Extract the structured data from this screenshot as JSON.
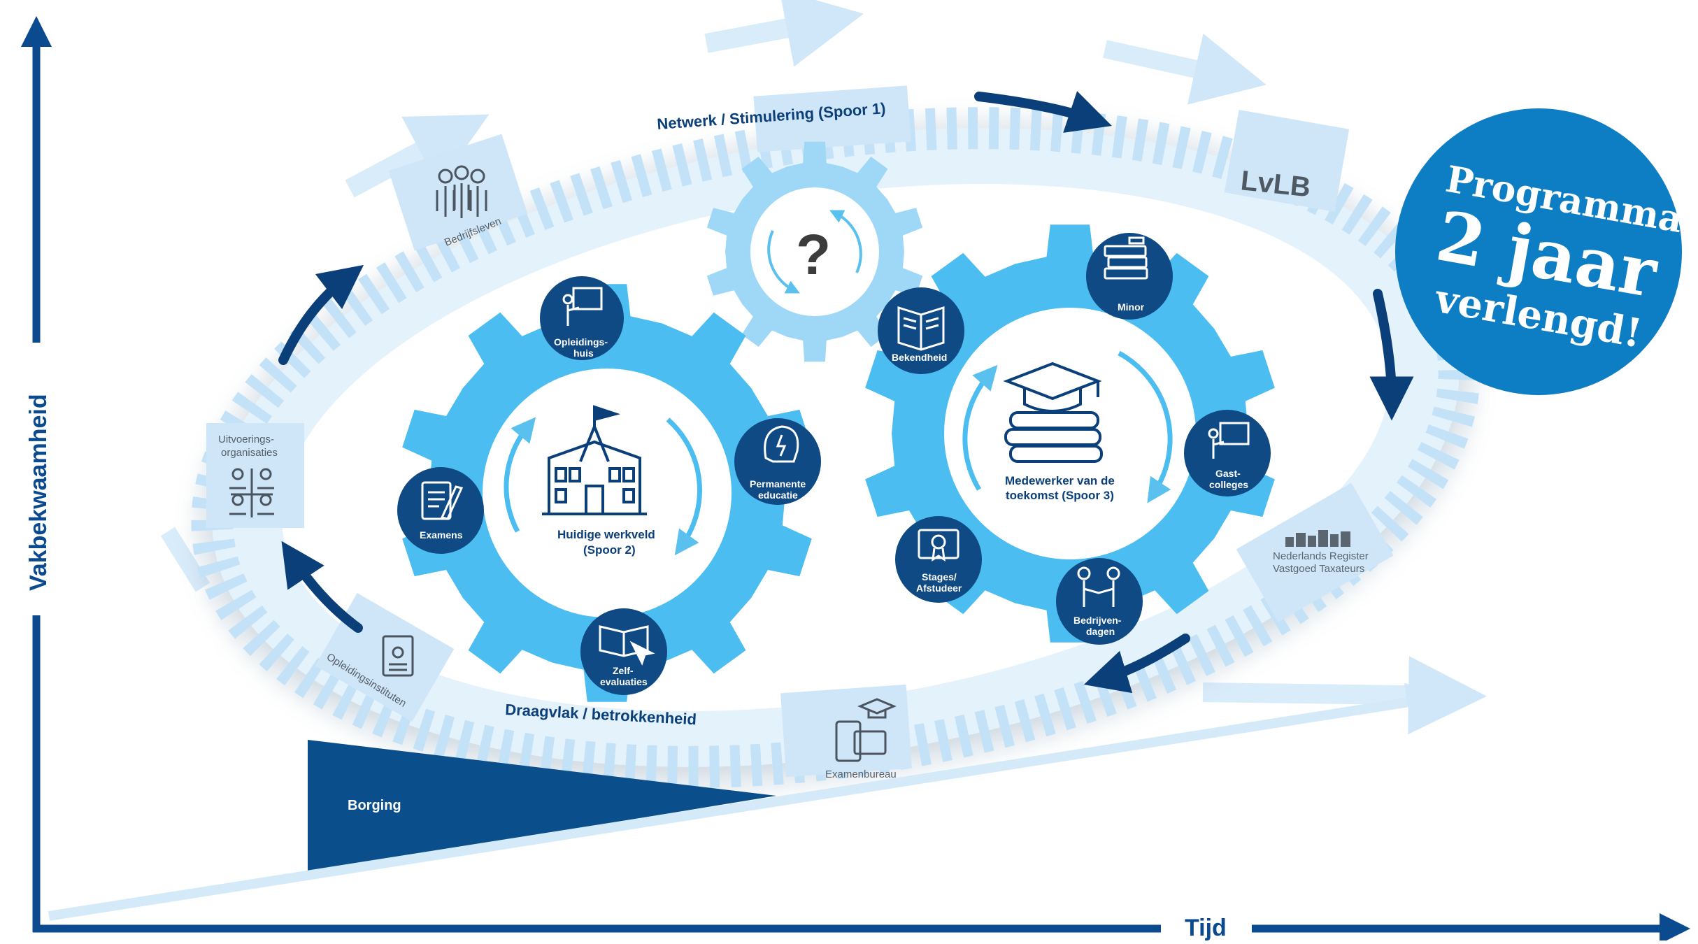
{
  "axes": {
    "y_label": "Vakbekwaamheid",
    "x_label": "Tijd"
  },
  "ring": {
    "top_label": "Netwerk / Stimulering (Spoor 1)",
    "bottom_label": "Draagvlak / betrokkenheid",
    "segments": {
      "bedrijfsleven": "Bedrijfsleven",
      "lvlb": "LvLB",
      "nrvt_line1": "Nederlands Register",
      "nrvt_line2": "Vastgoed Taxateurs",
      "examenbureau": "Examenbureau",
      "opleidingsinstituten": "Opleidingsinstituten",
      "uitvoering_line1": "Uitvoerings-",
      "uitvoering_line2": "organisaties"
    }
  },
  "borging": "Borging",
  "center_gear": {
    "symbol": "?"
  },
  "left_gear": {
    "title_line1": "Huidige werkveld",
    "title_line2": "(Spoor 2)",
    "badges": {
      "opleidingshuis_1": "Opleidings-",
      "opleidingshuis_2": "huis",
      "permanente_1": "Permanente",
      "permanente_2": "educatie",
      "zelf_1": "Zelf-",
      "zelf_2": "evaluaties",
      "examens": "Examens"
    }
  },
  "right_gear": {
    "title_line1": "Medewerker van de",
    "title_line2": "toekomst (Spoor 3)",
    "badges": {
      "minor": "Minor",
      "bekendheid": "Bekendheid",
      "gast_1": "Gast-",
      "gast_2": "colleges",
      "bedrijven_1": "Bedrijven-",
      "bedrijven_2": "dagen",
      "stages_1": "Stages/",
      "stages_2": "Afstudeer"
    }
  },
  "program_badge": {
    "line1": "Programma",
    "line2": "2 jaar",
    "line3": "verlengd!"
  },
  "colors": {
    "navy": "#0a3f7a",
    "axis": "#0b4a8f",
    "gear": "#4bbdf0",
    "gear_light": "#9fd8f7",
    "ring_light": "#d3eafa",
    "badge": "#0d7ec4",
    "circle_badge": "#0f4a85"
  }
}
